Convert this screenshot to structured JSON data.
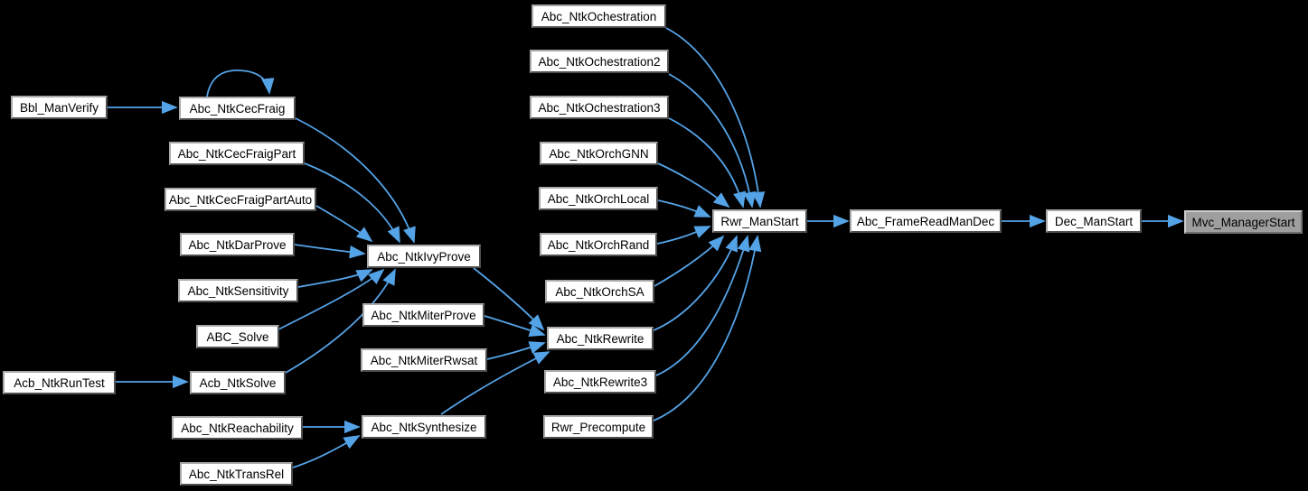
{
  "graph": {
    "kind": "caller-graph",
    "colors": {
      "background": "#000000",
      "edge": "#55A3E7",
      "node_fill": "#FFFFFF",
      "node_text": "#000000",
      "current_fill": "#9E9E9E"
    },
    "nodes": [
      {
        "label": "Bbl_ManVerify"
      },
      {
        "label": "Abc_NtkCecFraig"
      },
      {
        "label": "Abc_NtkCecFraigPart"
      },
      {
        "label": "Abc_NtkCecFraigPartAuto"
      },
      {
        "label": "Abc_NtkDarProve"
      },
      {
        "label": "Abc_NtkSensitivity"
      },
      {
        "label": "ABC_Solve"
      },
      {
        "label": "Acb_NtkRunTest"
      },
      {
        "label": "Acb_NtkSolve"
      },
      {
        "label": "Abc_NtkReachability"
      },
      {
        "label": "Abc_NtkTransRel"
      },
      {
        "label": "Abc_NtkIvyProve"
      },
      {
        "label": "Abc_NtkMiterProve"
      },
      {
        "label": "Abc_NtkMiterRwsat"
      },
      {
        "label": "Abc_NtkSynthesize"
      },
      {
        "label": "Abc_NtkOchestration"
      },
      {
        "label": "Abc_NtkOchestration2"
      },
      {
        "label": "Abc_NtkOchestration3"
      },
      {
        "label": "Abc_NtkOrchGNN"
      },
      {
        "label": "Abc_NtkOrchLocal"
      },
      {
        "label": "Abc_NtkOrchRand"
      },
      {
        "label": "Abc_NtkOrchSA"
      },
      {
        "label": "Abc_NtkRewrite"
      },
      {
        "label": "Abc_NtkRewrite3"
      },
      {
        "label": "Rwr_Precompute"
      },
      {
        "label": "Rwr_ManStart"
      },
      {
        "label": "Abc_FrameReadManDec"
      },
      {
        "label": "Dec_ManStart"
      },
      {
        "label": "Mvc_ManagerStart"
      }
    ],
    "edges": [
      {
        "from": "Bbl_ManVerify",
        "to": "Abc_NtkCecFraig"
      },
      {
        "from": "Abc_NtkCecFraig",
        "to": "Abc_NtkCecFraig"
      },
      {
        "from": "Abc_NtkCecFraig",
        "to": "Abc_NtkIvyProve"
      },
      {
        "from": "Abc_NtkCecFraigPart",
        "to": "Abc_NtkIvyProve"
      },
      {
        "from": "Abc_NtkCecFraigPartAuto",
        "to": "Abc_NtkIvyProve"
      },
      {
        "from": "Abc_NtkDarProve",
        "to": "Abc_NtkIvyProve"
      },
      {
        "from": "Abc_NtkSensitivity",
        "to": "Abc_NtkIvyProve"
      },
      {
        "from": "ABC_Solve",
        "to": "Abc_NtkIvyProve"
      },
      {
        "from": "Acb_NtkRunTest",
        "to": "Acb_NtkSolve"
      },
      {
        "from": "Acb_NtkSolve",
        "to": "Abc_NtkIvyProve"
      },
      {
        "from": "Abc_NtkReachability",
        "to": "Abc_NtkSynthesize"
      },
      {
        "from": "Abc_NtkTransRel",
        "to": "Abc_NtkSynthesize"
      },
      {
        "from": "Abc_NtkIvyProve",
        "to": "Abc_NtkRewrite"
      },
      {
        "from": "Abc_NtkMiterProve",
        "to": "Abc_NtkRewrite"
      },
      {
        "from": "Abc_NtkMiterRwsat",
        "to": "Abc_NtkRewrite"
      },
      {
        "from": "Abc_NtkSynthesize",
        "to": "Abc_NtkRewrite"
      },
      {
        "from": "Abc_NtkOchestration",
        "to": "Rwr_ManStart"
      },
      {
        "from": "Abc_NtkOchestration2",
        "to": "Rwr_ManStart"
      },
      {
        "from": "Abc_NtkOchestration3",
        "to": "Rwr_ManStart"
      },
      {
        "from": "Abc_NtkOrchGNN",
        "to": "Rwr_ManStart"
      },
      {
        "from": "Abc_NtkOrchLocal",
        "to": "Rwr_ManStart"
      },
      {
        "from": "Abc_NtkOrchRand",
        "to": "Rwr_ManStart"
      },
      {
        "from": "Abc_NtkOrchSA",
        "to": "Rwr_ManStart"
      },
      {
        "from": "Abc_NtkRewrite",
        "to": "Rwr_ManStart"
      },
      {
        "from": "Abc_NtkRewrite3",
        "to": "Rwr_ManStart"
      },
      {
        "from": "Rwr_Precompute",
        "to": "Rwr_ManStart"
      },
      {
        "from": "Rwr_ManStart",
        "to": "Abc_FrameReadManDec"
      },
      {
        "from": "Abc_FrameReadManDec",
        "to": "Dec_ManStart"
      },
      {
        "from": "Dec_ManStart",
        "to": "Mvc_ManagerStart"
      }
    ]
  }
}
